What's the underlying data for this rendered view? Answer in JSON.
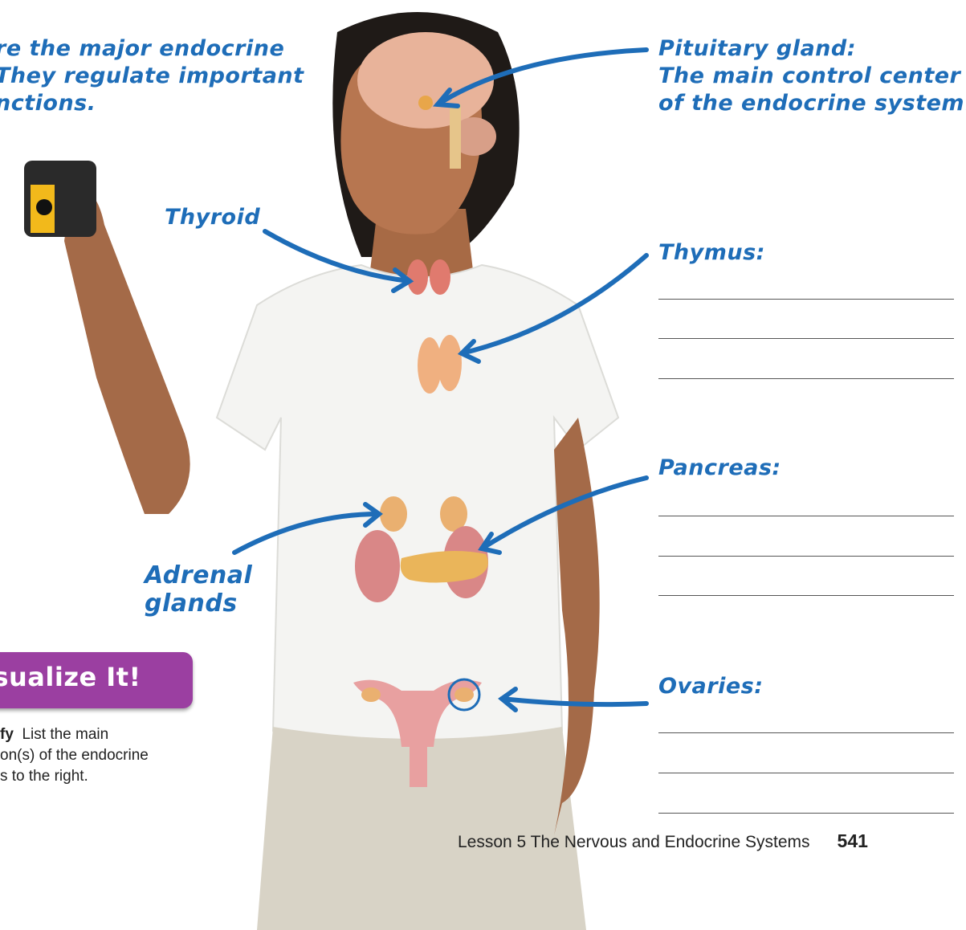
{
  "intro": {
    "lines": [
      "re the major endocrine",
      "They regulate important",
      "nctions."
    ]
  },
  "pituitary": {
    "lines": [
      "Pituitary gland:",
      "The main control center",
      "of the endocrine system!"
    ]
  },
  "labels": {
    "thyroid": "Thyroid",
    "adrenal_1": "Adrenal",
    "adrenal_2": "glands"
  },
  "answer_sections": [
    {
      "title": "Thymus:"
    },
    {
      "title": "Pancreas:"
    },
    {
      "title": "Ovaries:"
    }
  ],
  "visualize": {
    "banner": "isualize It!",
    "keyword": "fy",
    "lines": [
      "List the main",
      "on(s) of the endocrine",
      "s to the right."
    ]
  },
  "footer": {
    "lesson": "Lesson 5  The Nervous and Endocrine Systems",
    "page": "541"
  },
  "colors": {
    "label_blue": "#1e6db8",
    "banner_purple": "#9b3fa1"
  }
}
